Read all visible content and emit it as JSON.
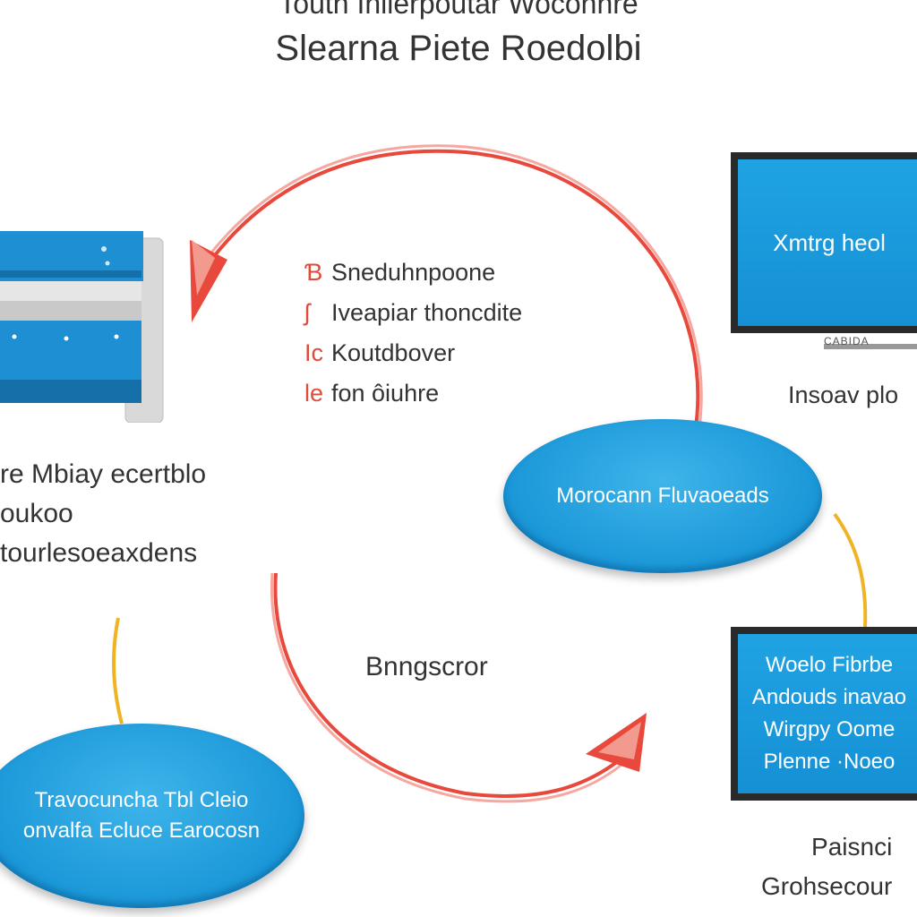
{
  "header": {
    "title_line1": "Touth Inlierpoutar Woconhre",
    "title_line2": "Slearna Piete Roedolbi"
  },
  "bullets": [
    {
      "marker": "Ɓ",
      "text": "Sneduhnpoone"
    },
    {
      "marker": "ʃ",
      "text": "Iveapiar thoncdite"
    },
    {
      "marker": "Ic",
      "text": "Koutdbover"
    },
    {
      "marker": "le",
      "text": "fon ôiuhre"
    }
  ],
  "left_caption": {
    "lines": [
      "re Mbiay ecertblo",
      "oukoo",
      "tourlesoeaxdens"
    ]
  },
  "right_ellipse": {
    "label": "Morocann Fluvaoeads"
  },
  "left_ellipse": {
    "lines": [
      "Travocuncha Tbl Cleio",
      "onvalfa Ecluce Earocosn"
    ]
  },
  "center_caption": {
    "label": "Bnngscror"
  },
  "monitor_top": {
    "screen_text": "Xmtrg heol",
    "brand": "CABIDA"
  },
  "right_top_caption": {
    "label": "Insoav plo"
  },
  "monitor_bottom": {
    "screen_lines": [
      "Woelo Fibrbe",
      "Andouds inavao",
      "Wirgpy Oome",
      "Plenne ·Noeo"
    ]
  },
  "right_bottom_caption": {
    "lines": [
      "Paisnci",
      "Grohsecour"
    ]
  },
  "colors": {
    "accent_blue": "#1a97d8",
    "arrow_red": "#e8493c",
    "connector_yellow": "#f0b323",
    "monitor_frame": "#2a2a2a"
  }
}
